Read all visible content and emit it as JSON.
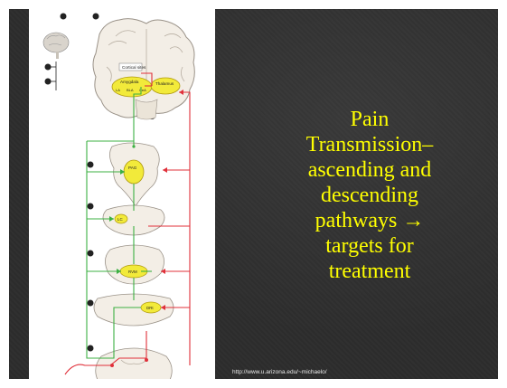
{
  "slide": {
    "title_lines": [
      "Pain",
      "Transmission–",
      "ascending and",
      "descending",
      "pathways →",
      "targets for",
      "treatment"
    ],
    "source_url": "http://www.u.arizona.edu/~michaelo/"
  },
  "figure": {
    "labels": {
      "cortical_sites": "Cortical sites",
      "amygdala": "Amygdala",
      "la": "LA",
      "bla": "BLA",
      "cea": "CeA",
      "thalamus": "Thalamus",
      "pag": "PAG",
      "lc": "LC",
      "rvm": "RVM",
      "drt": "DRt"
    },
    "colors": {
      "ascending": "#e0303a",
      "descending": "#3cb043",
      "nucleus_fill": "#f2ea3a",
      "tissue": "#f3eee6"
    }
  }
}
